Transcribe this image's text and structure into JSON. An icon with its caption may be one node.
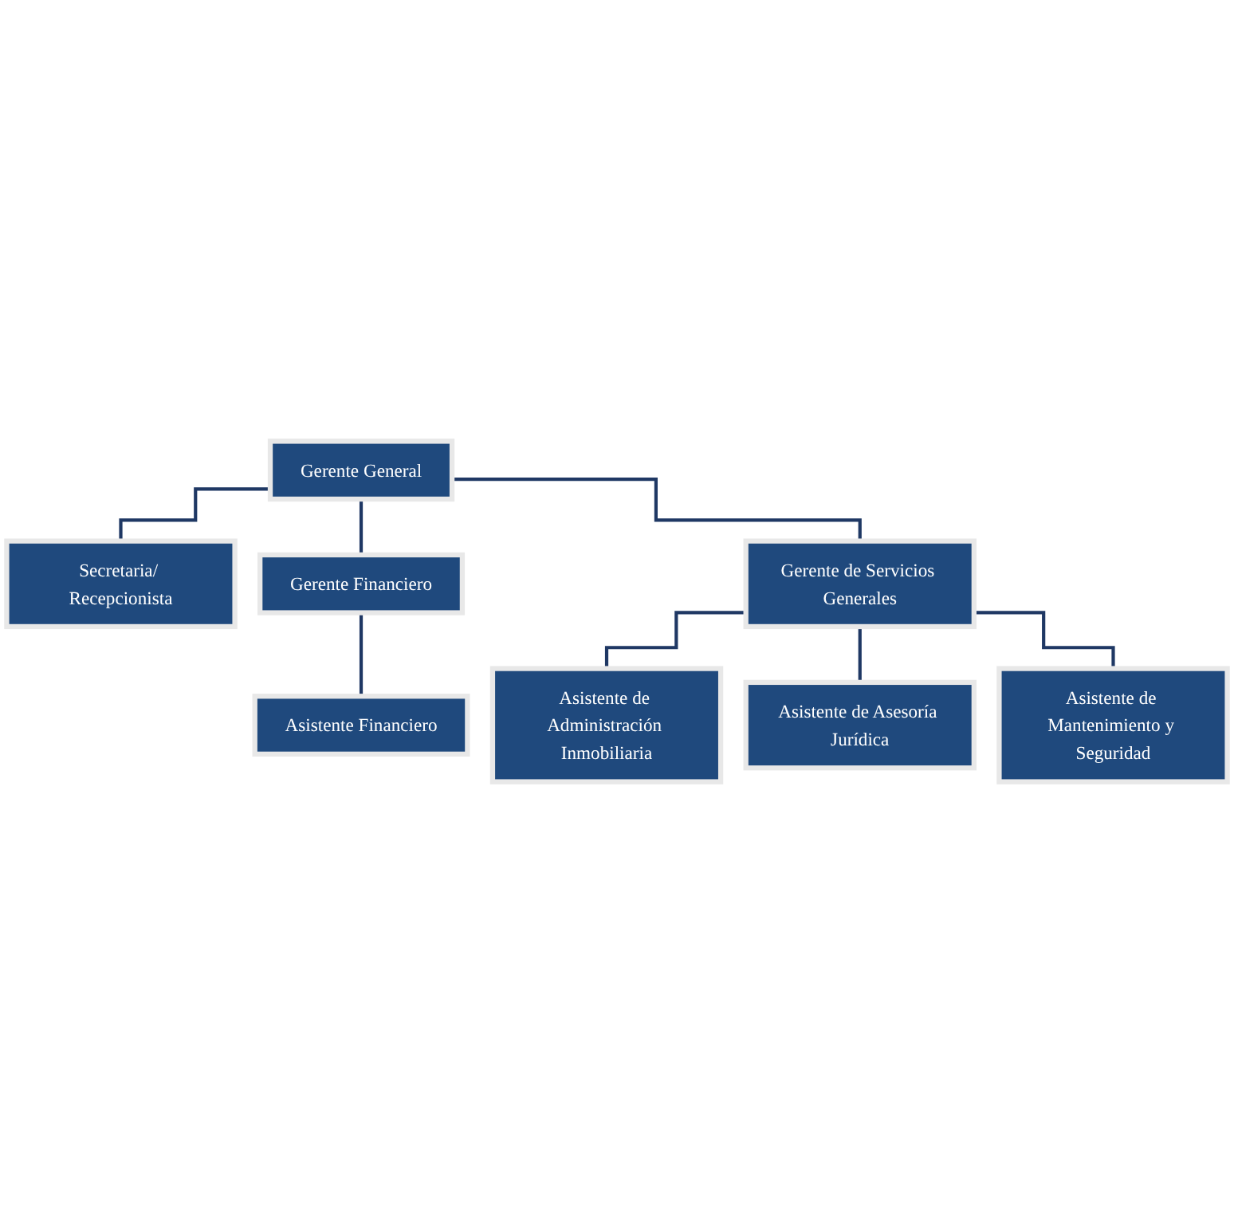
{
  "diagram": {
    "nodes": [
      {
        "text": [
          "Gerente General"
        ]
      },
      {
        "text": [
          "Secretaria/ Recepcionista"
        ]
      },
      {
        "text": [
          "Gerente Financiero"
        ]
      },
      {
        "text": [
          "Gerente de Servicios Generales"
        ]
      },
      {
        "text": [
          "Asistente Financiero"
        ]
      },
      {
        "text": [
          "Asistente de Administración Inmobiliaria"
        ]
      },
      {
        "text": [
          "Asistente de Asesoría Jurídica"
        ]
      },
      {
        "text": [
          "Asistente de Mantenimiento y Seguridad"
        ]
      }
    ],
    "edges": [
      {
        "from": 0,
        "to": 1,
        "arrow": "none"
      },
      {
        "from": 0,
        "to": 2,
        "arrow": "none"
      },
      {
        "from": 0,
        "to": 3,
        "arrow": "none"
      },
      {
        "from": 2,
        "to": 4,
        "arrow": "none"
      },
      {
        "from": 3,
        "to": 5,
        "arrow": "none"
      },
      {
        "from": 3,
        "to": 6,
        "arrow": "none"
      },
      {
        "from": 3,
        "to": 7,
        "arrow": "none"
      }
    ]
  }
}
